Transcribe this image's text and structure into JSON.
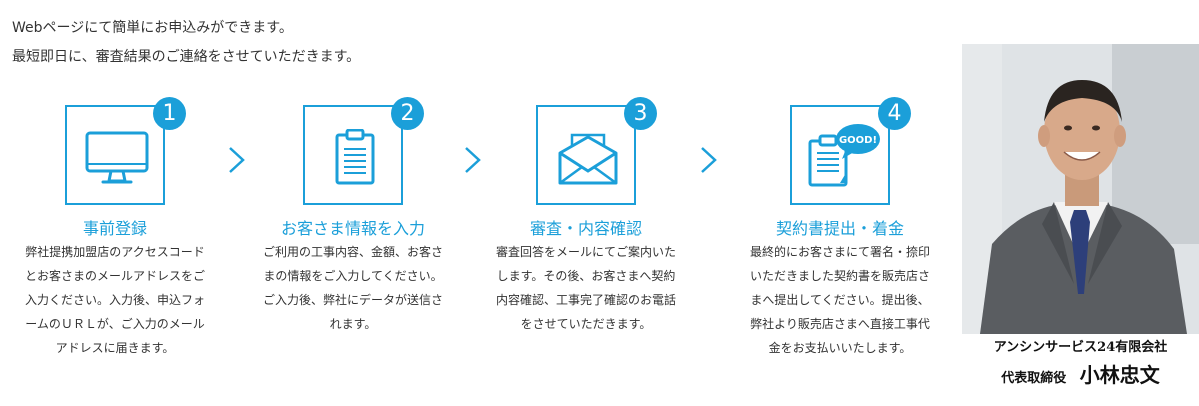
{
  "intro": {
    "line1": "Webページにて簡単にお申込みができます。",
    "line2": "最短即日に、審査結果のご連絡をさせていただきます。"
  },
  "accent_color": "#1b9fd9",
  "steps": [
    {
      "number": "1",
      "icon": "monitor-icon",
      "title": "事前登録",
      "desc": "弊社提携加盟店のアクセスコードとお客さまのメールアドレスをご入力ください。入力後、申込フォームのＵＲＬが、ご入力のメールアドレスに届きます。"
    },
    {
      "number": "2",
      "icon": "clipboard-icon",
      "title": "お客さま情報を入力",
      "desc": "ご利用の工事内容、金額、お客さまの情報をご入力してください。ご入力後、弊社にデータが送信されます。"
    },
    {
      "number": "3",
      "icon": "envelope-icon",
      "title": "審査・内容確認",
      "desc": "審査回答をメールにてご案内いたします。その後、お客さまへ契約内容確認、工事完了確認のお電話をさせていただきます。"
    },
    {
      "number": "4",
      "icon": "clipboard-good-icon",
      "badge": "GOOD!",
      "title": "契約書提出・着金",
      "desc": "最終的にお客さまにて署名・捺印いただきました契約書を販売店さまへ提出してください。提出後、弊社より販売店さまへ直接工事代金をお支払いいたします。"
    }
  ],
  "profile": {
    "company": "アンシンサービス24有限会社",
    "role": "代表取締役",
    "name": "小林忠文"
  }
}
